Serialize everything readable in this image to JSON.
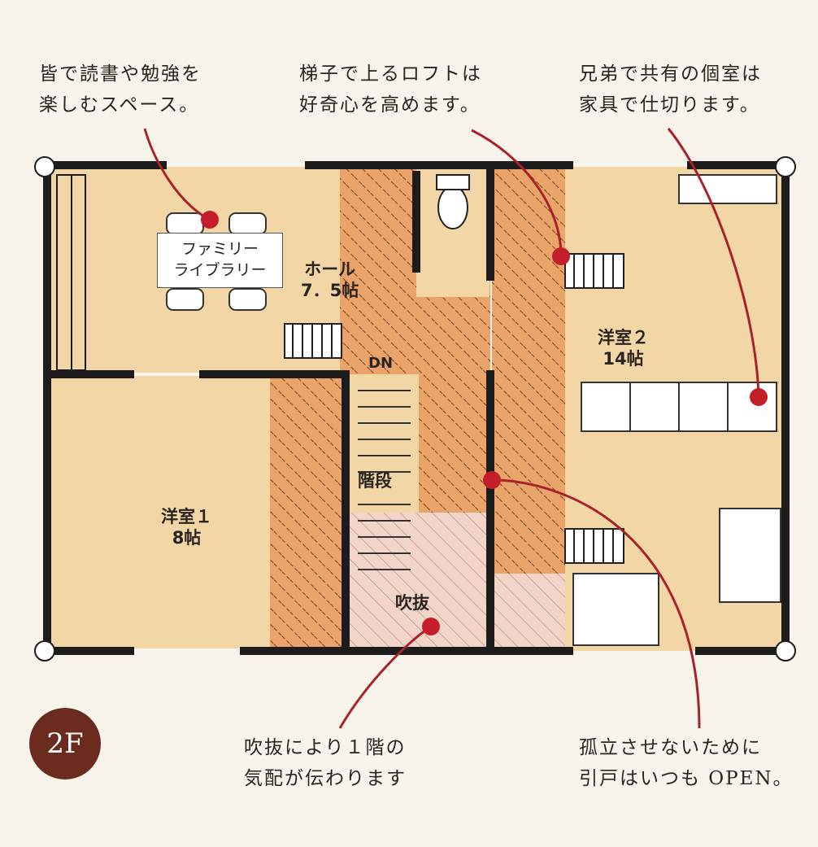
{
  "notes": {
    "library": [
      "皆で読書や勉強を",
      "楽しむスペース。"
    ],
    "loft": [
      "梯子で上るロフトは",
      "好奇心を高めます。"
    ],
    "shared_room": [
      "兄弟で共有の個室は",
      "家具で仕切ります。"
    ],
    "atrium": [
      "吹抜により１階の",
      "気配が伝わります"
    ],
    "sliding_door": [
      "孤立させないために",
      "引戸はいつも OPEN。"
    ]
  },
  "rooms": {
    "family_library": [
      "ファミリー",
      "ライブラリー"
    ],
    "hall": [
      "ホール",
      "7．5帖"
    ],
    "western_room_2": [
      "洋室２",
      "14帖"
    ],
    "western_room_1": [
      "洋室１",
      "8帖"
    ],
    "stairs": "階段",
    "down": "DN",
    "atrium": "吹抜"
  },
  "floor_badge": "2F",
  "colors": {
    "room_fill": "#f2d6a6",
    "hatch_fill": "#eaa46a",
    "wall": "#1c1c1c",
    "annotation_line": "#a8222a",
    "badge": "#6b2b1e"
  }
}
